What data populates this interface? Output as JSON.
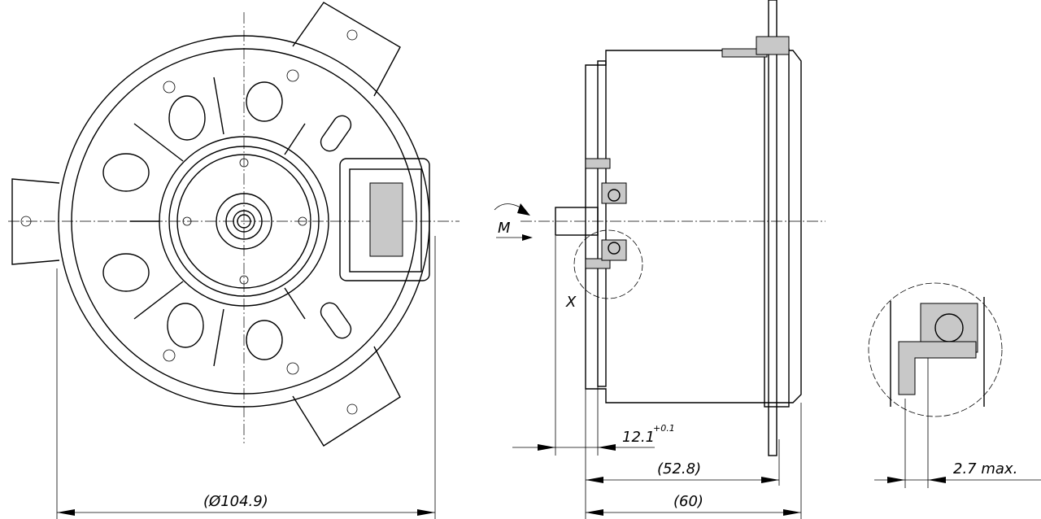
{
  "labels": {
    "diameter": "(Ø104.9)",
    "shaft_offset": "12.1",
    "shaft_offset_tolerance": "+0.1",
    "body_length": "(52.8)",
    "total_length": "(60)",
    "seal_gap": "2.7 max.",
    "torque": "M",
    "detail": "X"
  }
}
